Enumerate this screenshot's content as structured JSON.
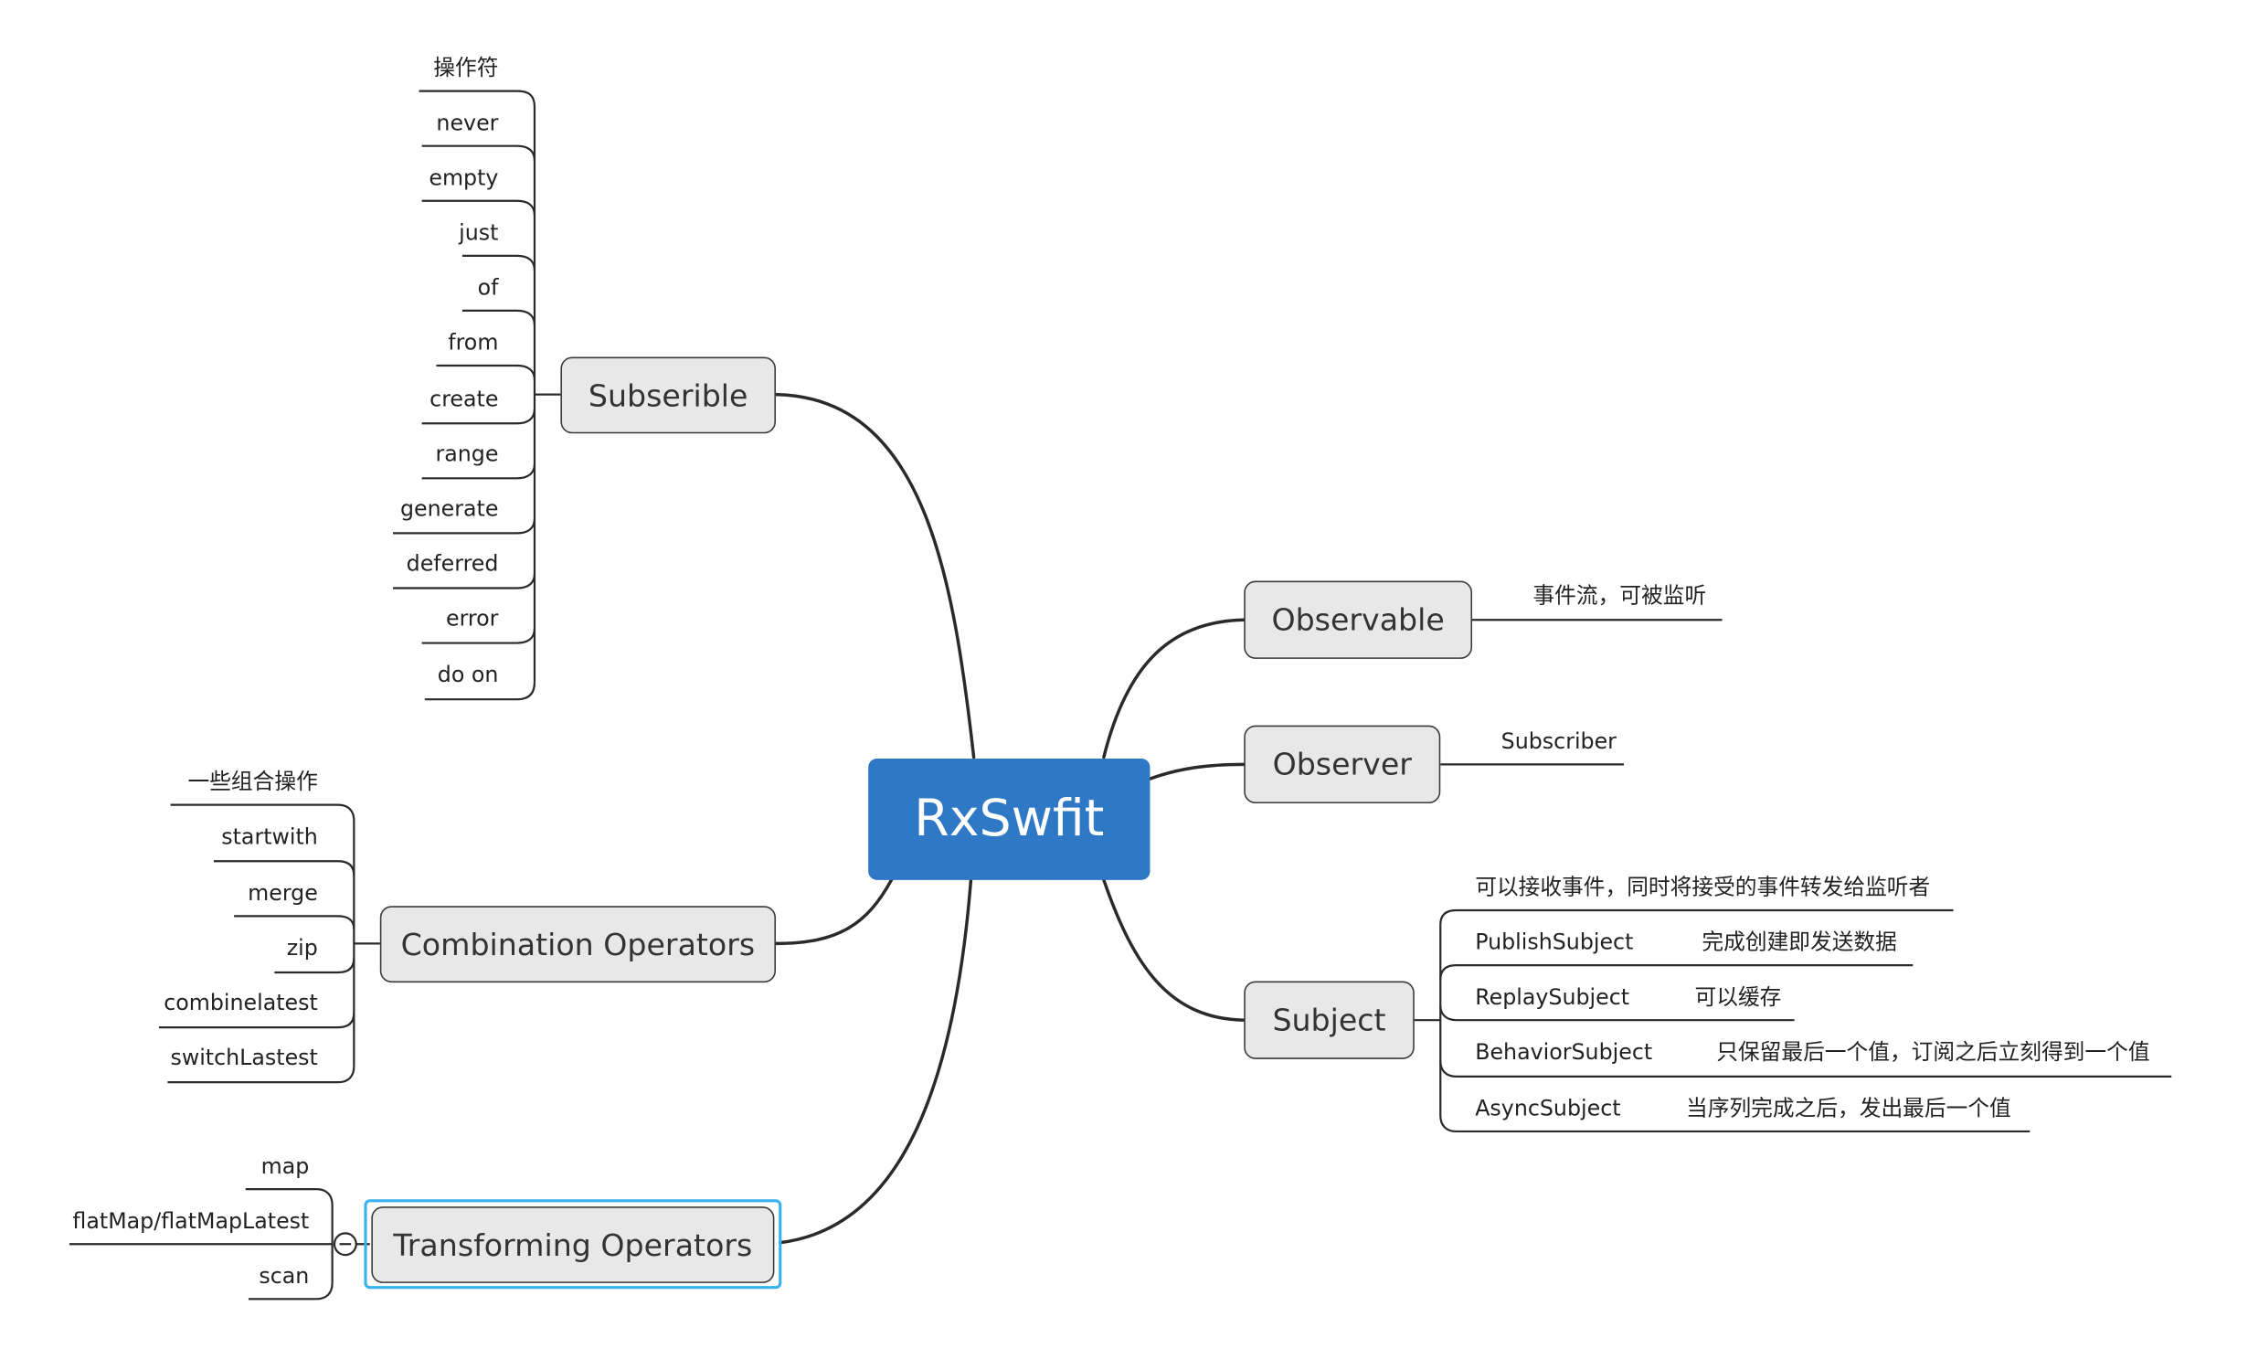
{
  "central": "RxSwfit",
  "topics": {
    "subscrible": {
      "label": "Subserible",
      "items": [
        "操作符",
        "never",
        "empty",
        "just",
        "of",
        "from",
        "create",
        "range",
        "generate",
        "deferred",
        "error",
        "do on"
      ]
    },
    "combination": {
      "label": "Combination Operators",
      "items": [
        "一些组合操作",
        "startwith",
        "merge",
        "zip",
        "combinelatest",
        "switchLastest"
      ]
    },
    "transforming": {
      "label": "Transforming Operators",
      "items": [
        "map",
        "flatMap/flatMapLatest",
        "scan"
      ]
    },
    "observable": {
      "label": "Observable",
      "note": "事件流，可被监听"
    },
    "observer": {
      "label": "Observer",
      "note": "Subscriber"
    },
    "subject": {
      "label": "Subject",
      "items": [
        {
          "name": "可以接收事件，同时将接受的事件转发给监听者",
          "desc": ""
        },
        {
          "name": "PublishSubject",
          "desc": "完成创建即发送数据"
        },
        {
          "name": "ReplaySubject",
          "desc": "可以缓存"
        },
        {
          "name": "BehaviorSubject",
          "desc": "只保留最后一个值，订阅之后立刻得到一个值"
        },
        {
          "name": "AsyncSubject",
          "desc": "当序列完成之后，发出最后一个值"
        }
      ]
    }
  },
  "colors": {
    "central": "#2e78c5",
    "topic_fill": "#e8e8e8",
    "line": "#2a2a2a",
    "selection": "#3ab0ec"
  }
}
